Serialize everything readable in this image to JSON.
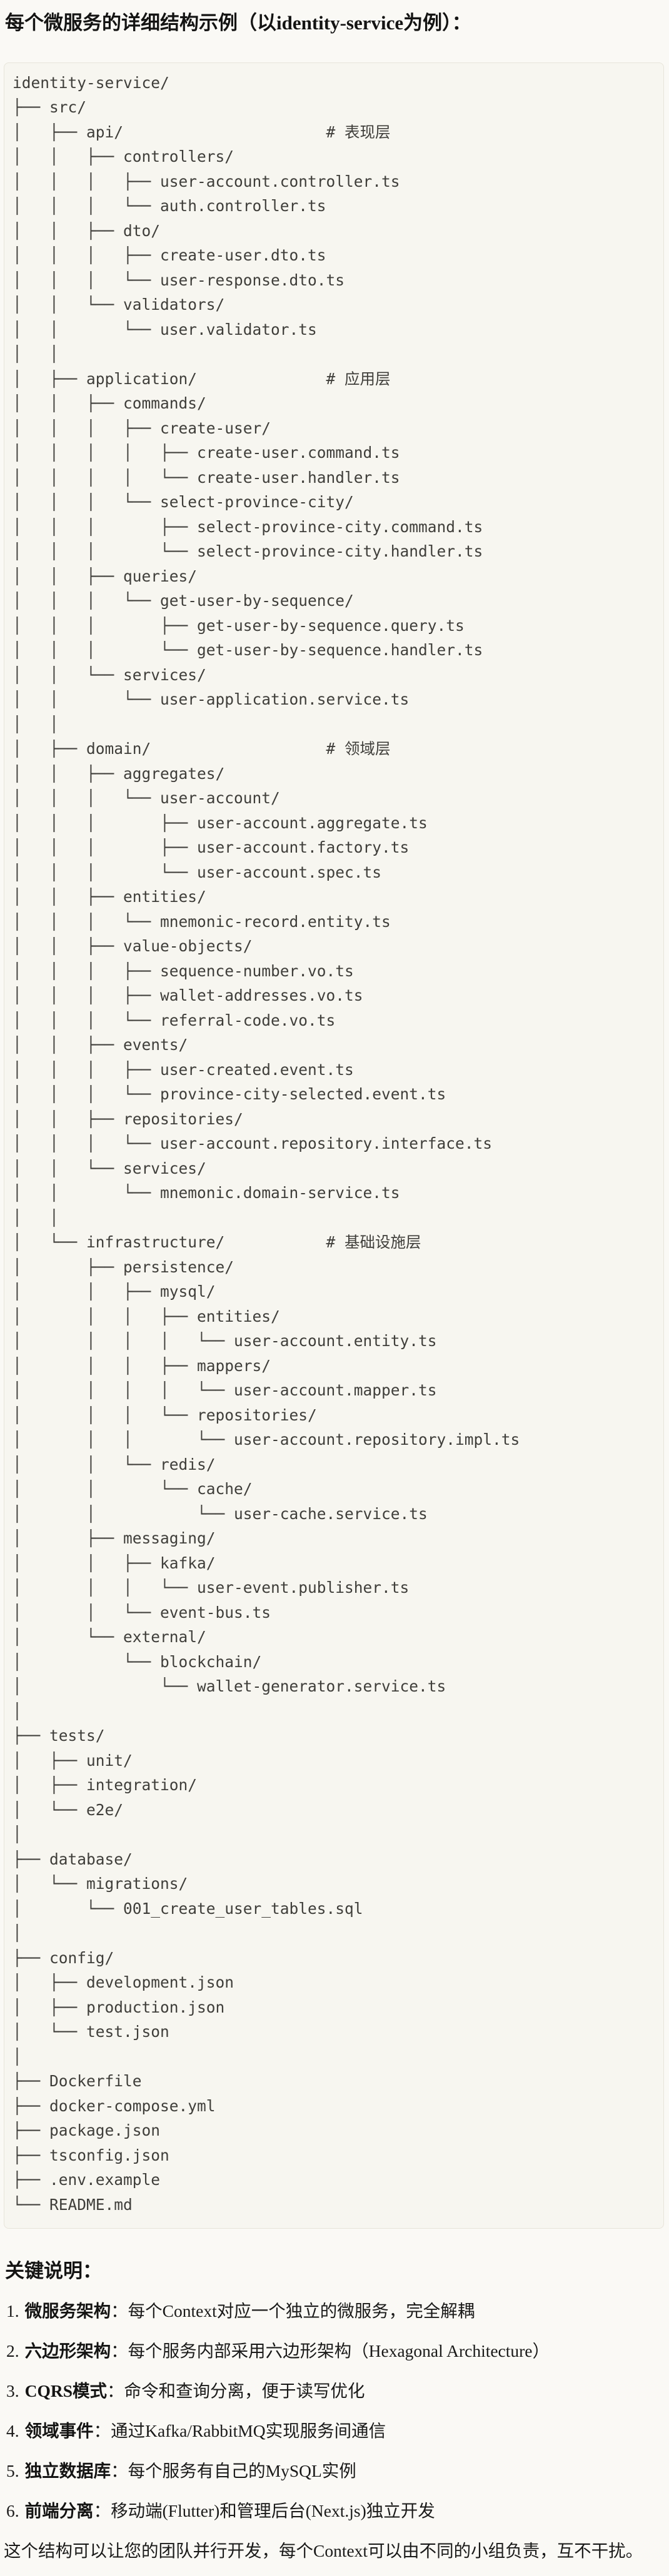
{
  "page": {
    "title": "每个微服务的详细结构示例（以identity-service为例）："
  },
  "colors": {
    "page_bg": "#faf9f5",
    "panel_bg": "#f7f6f0",
    "panel_border": "#e7e4da",
    "code_text": "#3f3e3a",
    "body_text": "#1a1a19"
  },
  "tree": {
    "lines": [
      "identity-service/",
      "├── src/",
      "│   ├── api/                      # 表现层",
      "│   │   ├── controllers/",
      "│   │   │   ├── user-account.controller.ts",
      "│   │   │   └── auth.controller.ts",
      "│   │   ├── dto/",
      "│   │   │   ├── create-user.dto.ts",
      "│   │   │   └── user-response.dto.ts",
      "│   │   └── validators/",
      "│   │       └── user.validator.ts",
      "│   │",
      "│   ├── application/              # 应用层",
      "│   │   ├── commands/",
      "│   │   │   ├── create-user/",
      "│   │   │   │   ├── create-user.command.ts",
      "│   │   │   │   └── create-user.handler.ts",
      "│   │   │   └── select-province-city/",
      "│   │   │       ├── select-province-city.command.ts",
      "│   │   │       └── select-province-city.handler.ts",
      "│   │   ├── queries/",
      "│   │   │   └── get-user-by-sequence/",
      "│   │   │       ├── get-user-by-sequence.query.ts",
      "│   │   │       └── get-user-by-sequence.handler.ts",
      "│   │   └── services/",
      "│   │       └── user-application.service.ts",
      "│   │",
      "│   ├── domain/                   # 领域层",
      "│   │   ├── aggregates/",
      "│   │   │   └── user-account/",
      "│   │   │       ├── user-account.aggregate.ts",
      "│   │   │       ├── user-account.factory.ts",
      "│   │   │       └── user-account.spec.ts",
      "│   │   ├── entities/",
      "│   │   │   └── mnemonic-record.entity.ts",
      "│   │   ├── value-objects/",
      "│   │   │   ├── sequence-number.vo.ts",
      "│   │   │   ├── wallet-addresses.vo.ts",
      "│   │   │   └── referral-code.vo.ts",
      "│   │   ├── events/",
      "│   │   │   ├── user-created.event.ts",
      "│   │   │   └── province-city-selected.event.ts",
      "│   │   ├── repositories/",
      "│   │   │   └── user-account.repository.interface.ts",
      "│   │   └── services/",
      "│   │       └── mnemonic.domain-service.ts",
      "│   │",
      "│   └── infrastructure/           # 基础设施层",
      "│       ├── persistence/",
      "│       │   ├── mysql/",
      "│       │   │   ├── entities/",
      "│       │   │   │   └── user-account.entity.ts",
      "│       │   │   ├── mappers/",
      "│       │   │   │   └── user-account.mapper.ts",
      "│       │   │   └── repositories/",
      "│       │   │       └── user-account.repository.impl.ts",
      "│       │   └── redis/",
      "│       │       └── cache/",
      "│       │           └── user-cache.service.ts",
      "│       ├── messaging/",
      "│       │   ├── kafka/",
      "│       │   │   └── user-event.publisher.ts",
      "│       │   └── event-bus.ts",
      "│       └── external/",
      "│           └── blockchain/",
      "│               └── wallet-generator.service.ts",
      "│",
      "├── tests/",
      "│   ├── unit/",
      "│   ├── integration/",
      "│   └── e2e/",
      "│",
      "├── database/",
      "│   └── migrations/",
      "│       └── 001_create_user_tables.sql",
      "│",
      "├── config/",
      "│   ├── development.json",
      "│   ├── production.json",
      "│   └── test.json",
      "│",
      "├── Dockerfile",
      "├── docker-compose.yml",
      "├── package.json",
      "├── tsconfig.json",
      "├── .env.example",
      "└── README.md"
    ]
  },
  "notes": {
    "heading": "关键说明：",
    "items": [
      {
        "num": "1.",
        "label": "微服务架构",
        "text": "：每个Context对应一个独立的微服务，完全解耦"
      },
      {
        "num": "2.",
        "label": "六边形架构",
        "text": "：每个服务内部采用六边形架构（Hexagonal Architecture）"
      },
      {
        "num": "3.",
        "label": "CQRS模式",
        "text": "：命令和查询分离，便于读写优化"
      },
      {
        "num": "4.",
        "label": "领域事件",
        "text": "：通过Kafka/RabbitMQ实现服务间通信"
      },
      {
        "num": "5.",
        "label": "独立数据库",
        "text": "：每个服务有自己的MySQL实例"
      },
      {
        "num": "6.",
        "label": "前端分离",
        "text": "：移动端(Flutter)和管理后台(Next.js)独立开发"
      }
    ],
    "closing": "这个结构可以让您的团队并行开发，每个Context可以由不同的小组负责，互不干扰。"
  }
}
